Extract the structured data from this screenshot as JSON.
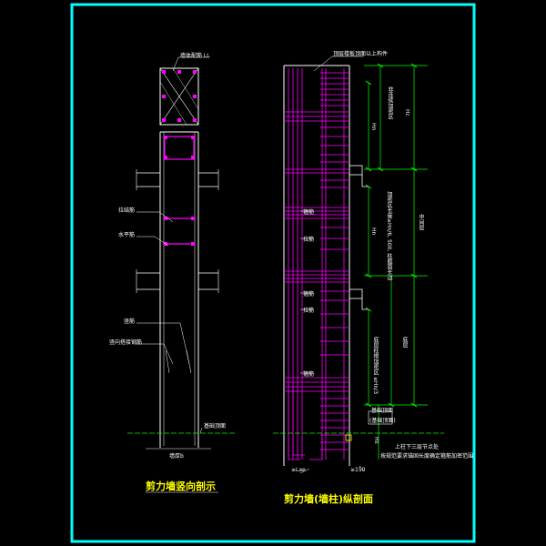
{
  "colors": {
    "background": "#000000",
    "border": "#00ffff",
    "caption": "#ffff00",
    "rebar": "#ff00ff",
    "leader": "#00ff00",
    "outline": "#ffffff"
  },
  "left_view": {
    "caption": "剪力墙竖向剖示",
    "labels": {
      "top_note": "墙体配筋 LL",
      "tie_bar": "拉结筋",
      "horizontal_bar": "水平筋",
      "vertical_bar": "竖筋",
      "lap_bar": "竖向搭接钢筋",
      "foundation_top": "基础顶面",
      "wall_width": "墙厚b"
    }
  },
  "right_view": {
    "caption": "剪力墙(墙柱)纵剖面",
    "labels": {
      "top_note": "顶层楼板顶面以上构件",
      "hoop": "箍筋",
      "tie": "拉筋",
      "hn": "Hn",
      "hc": "Hc",
      "hs": "Hs",
      "dense_zone_top": "非连续加密区",
      "dense_zone_mid": "中间层",
      "dense_zone_bottom": "底层",
      "mid_note": "加密区长度≥Hn/6, 500, 柱截面长边",
      "bottom_note": "底层柱根加密区 ≥Hn/3",
      "foundation": "基础顶面",
      "foundation_box": "(基础顶面)",
      "anchor_note_1": "上柱下三层节点处",
      "anchor_note_2": "按规范要求锚固长度确定箍筋加密范围",
      "bottom_dim_1": "≥Lae",
      "bottom_dim_2": "≥150"
    }
  }
}
